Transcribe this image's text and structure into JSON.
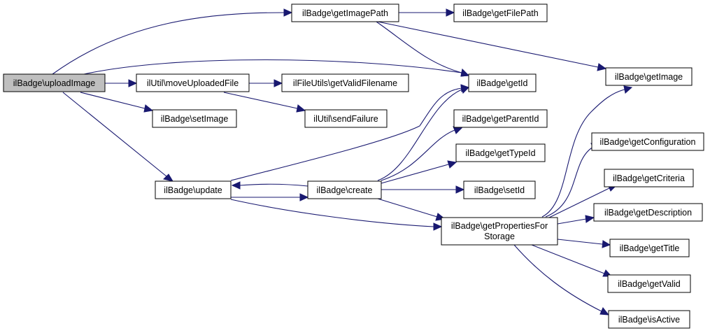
{
  "graph": {
    "nodes": {
      "uploadImage": "ilBadge\\uploadImage",
      "getImagePath": "ilBadge\\getImagePath",
      "getFilePath": "ilBadge\\getFilePath",
      "getId": "ilBadge\\getId",
      "getImage": "ilBadge\\getImage",
      "moveUploadedFile": "ilUtil\\moveUploadedFile",
      "getValidFilename": "ilFileUtils\\getValidFilename",
      "sendFailure": "ilUtil\\sendFailure",
      "setImage": "ilBadge\\setImage",
      "getParentId": "ilBadge\\getParentId",
      "getTypeId": "ilBadge\\getTypeId",
      "update": "ilBadge\\update",
      "create": "ilBadge\\create",
      "setId": "ilBadge\\setId",
      "getPropsLine1": "ilBadge\\getPropertiesFor",
      "getPropsLine2": "Storage",
      "getConfiguration": "ilBadge\\getConfiguration",
      "getCriteria": "ilBadge\\getCriteria",
      "getDescription": "ilBadge\\getDescription",
      "getTitle": "ilBadge\\getTitle",
      "getValid": "ilBadge\\getValid",
      "isActive": "ilBadge\\isActive"
    },
    "colors": {
      "edge": "#191970",
      "root_fill": "#bfbfbf",
      "node_fill": "#ffffff",
      "border": "#000000"
    }
  }
}
